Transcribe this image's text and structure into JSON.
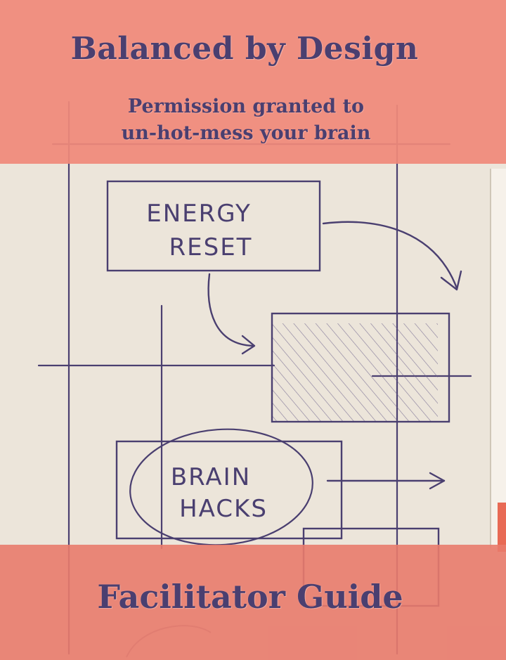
{
  "cover": {
    "title": "Balanced by Design",
    "subtitle_line1": "Permission granted to",
    "subtitle_line2": "un-hot-mess your brain",
    "footer_title": "Facilitator Guide"
  },
  "sketch": {
    "box1_line1": "ENERGY",
    "box1_line2": "RESET",
    "box2_line1": "BRAIN",
    "box2_line2": "HACKS"
  },
  "colors": {
    "band_top": "#f08a7a",
    "band_bottom": "#e97b6c",
    "ink": "#4a3f70",
    "paper": "#ece5da"
  }
}
